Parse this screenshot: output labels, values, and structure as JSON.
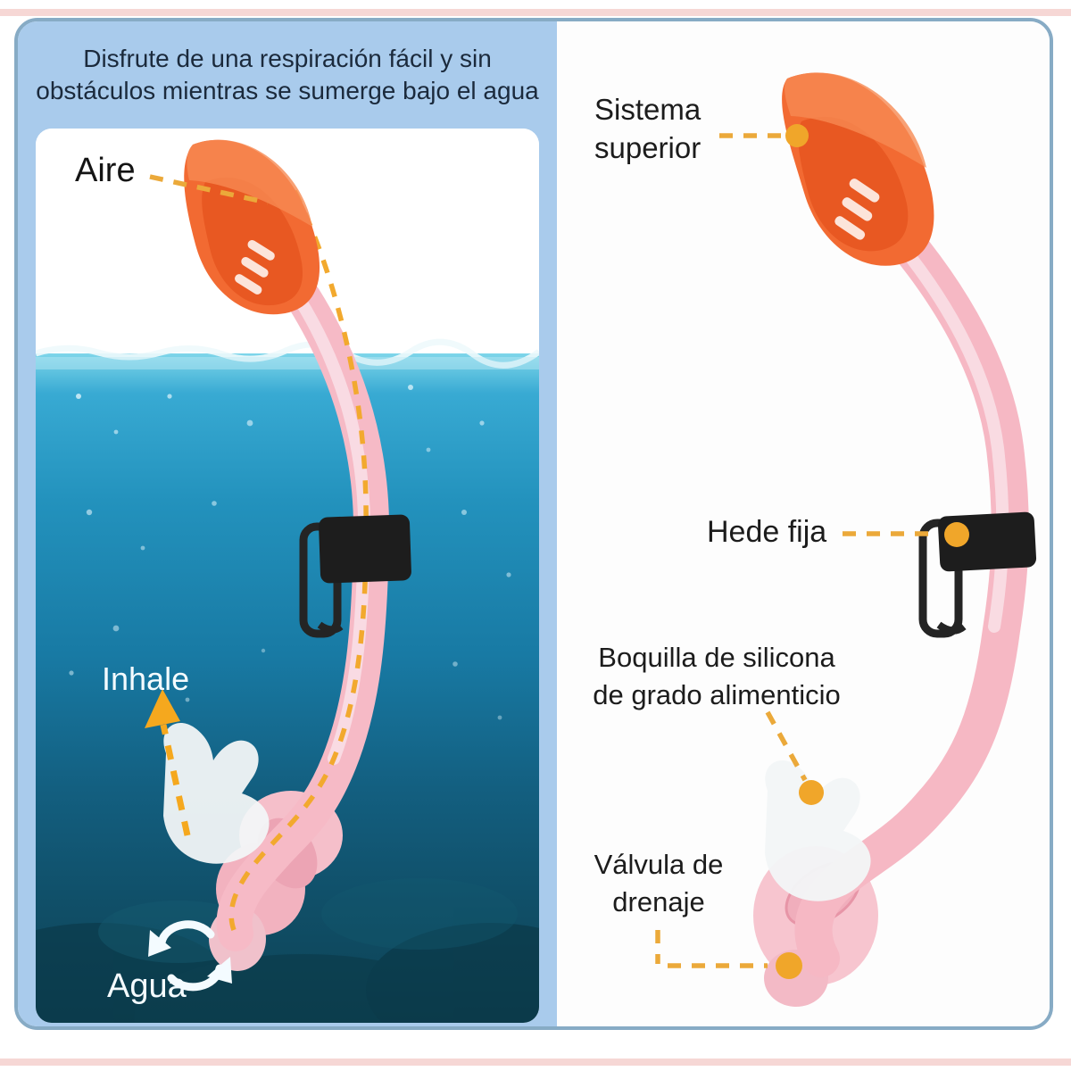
{
  "header": {
    "line1": "Disfrute de una respiración fácil y sin",
    "line2": "obstáculos mientras se sumerge bajo el agua"
  },
  "left_panel": {
    "aire_label": "Aire",
    "inhale_label": "Inhale",
    "agua_label": "Agua"
  },
  "right_panel": {
    "sistema_line1": "Sistema",
    "sistema_line2": "superior",
    "hede_label": "Hede fija",
    "boquilla_line1": "Boquilla de silicona",
    "boquilla_line2": "de grado alimenticio",
    "valvula_line1": "Válvula de",
    "valvula_line2": "drenaje"
  },
  "icons": {
    "inhale_arrow": "dashed-arrow-up",
    "water_swirl": "circular-arrows",
    "anchor_dot": "filled-circle",
    "connector": "dashed-line"
  },
  "colors": {
    "panel_blue": "#a9cbec",
    "frame_border": "#87abc5",
    "strip_pink": "#f6d7d5",
    "accent_orange": "#f0a62a",
    "dash_orange": "#eba93a",
    "snorkel_pink": "#f6bac6",
    "snorkel_pink_light": "#fadfe5",
    "snorkel_top_orange": "#f26a32",
    "snorkel_top_orange_dark": "#e4531e",
    "clip_black": "#1e1e1e",
    "water_surface": "#35a8d2",
    "water_deep": "#0d4254",
    "label_dark": "#1c1c1c",
    "label_light": "#f4fbff"
  }
}
